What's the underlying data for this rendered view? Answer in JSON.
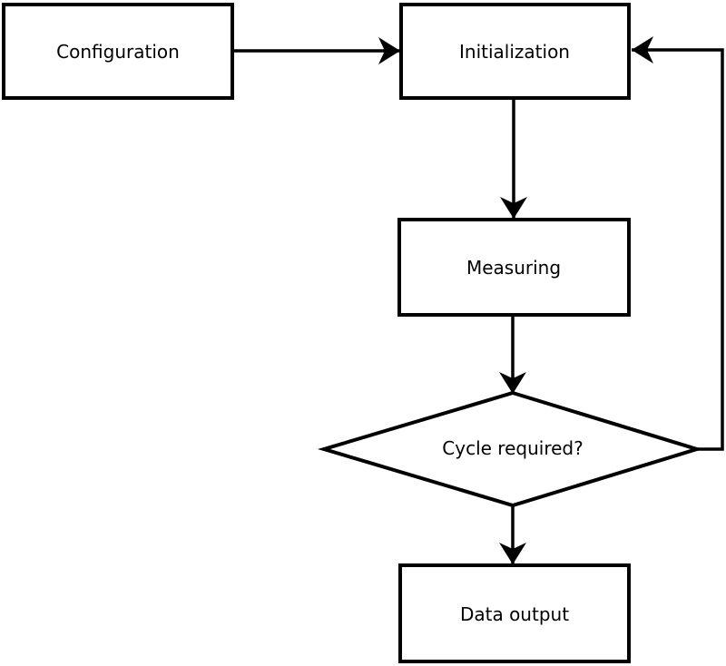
{
  "diagram": {
    "type": "flowchart",
    "background_color": "#ffffff",
    "stroke_color": "#000000",
    "node_fill_color": "#ffffff",
    "nodes": {
      "configuration": {
        "label": "Configuration",
        "shape": "rectangle"
      },
      "initialization": {
        "label": "Initialization",
        "shape": "rectangle"
      },
      "measuring": {
        "label": "Measuring",
        "shape": "rectangle"
      },
      "cycle_required": {
        "label": "Cycle required?",
        "shape": "diamond"
      },
      "data_output": {
        "label": "Data output",
        "shape": "rectangle"
      }
    },
    "edges": [
      {
        "from": "configuration",
        "to": "initialization"
      },
      {
        "from": "initialization",
        "to": "measuring"
      },
      {
        "from": "measuring",
        "to": "cycle_required"
      },
      {
        "from": "cycle_required",
        "to": "data_output"
      },
      {
        "from": "cycle_required",
        "to": "initialization",
        "kind": "loop-back"
      }
    ]
  }
}
